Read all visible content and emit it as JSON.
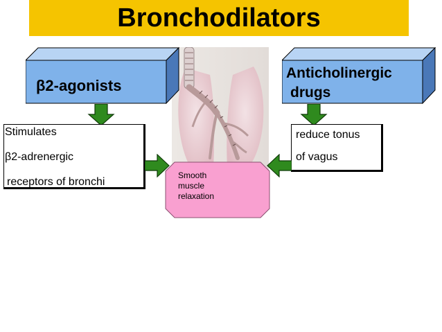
{
  "title": "Bronchodilators",
  "left_drug": {
    "label": "β2-agonists",
    "color": "#7fb2ea"
  },
  "right_drug": {
    "label_line1": "Anticholinergic",
    "label_line2": "drugs",
    "color": "#7fb2ea"
  },
  "left_effect": {
    "lines": [
      "Stimulates",
      "β2-adrenergic",
      "receptors of bronchi"
    ]
  },
  "right_effect": {
    "lines": [
      "reduce tonus",
      "of vagus"
    ]
  },
  "result": {
    "lines": [
      "Smooth",
      "muscle",
      "relaxation"
    ],
    "color": "#f9a0d0"
  },
  "colors": {
    "title_bar": "#f5c400",
    "arrow": "#2f8a1e"
  },
  "image": {
    "name": "bronchial-tree-illustration"
  }
}
